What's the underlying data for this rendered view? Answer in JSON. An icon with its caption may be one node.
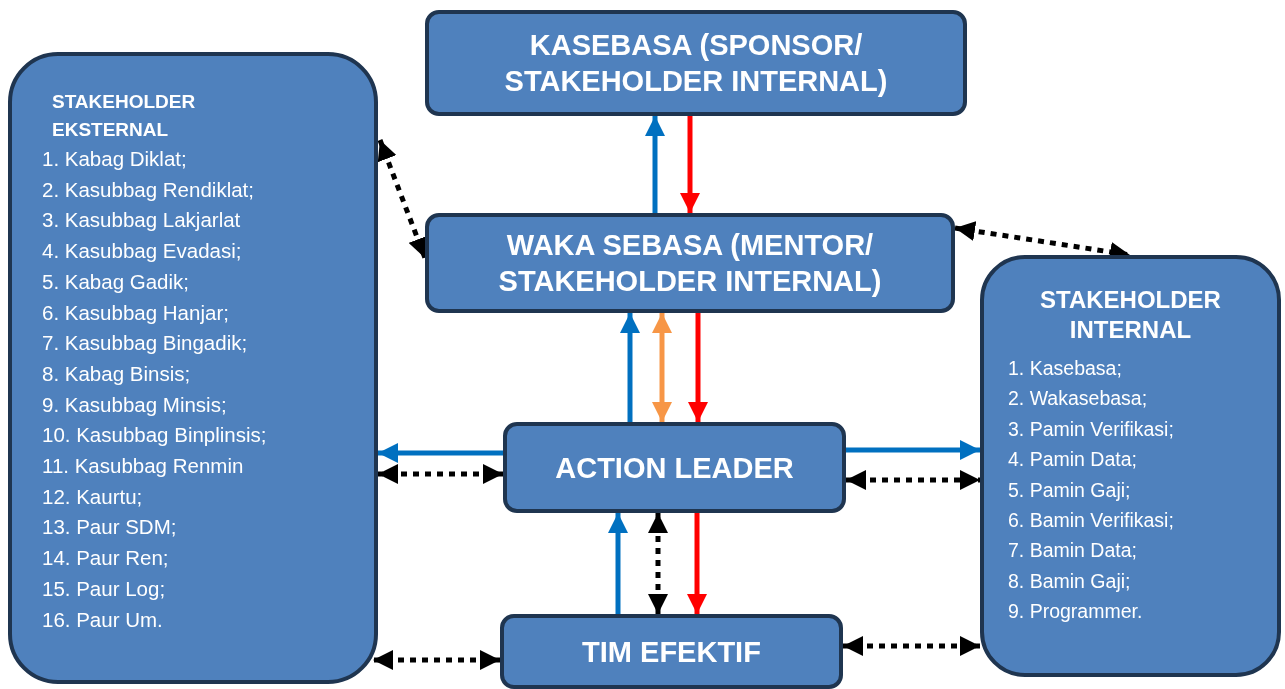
{
  "diagram": {
    "nodes": [
      {
        "text": [
          "KASEBASA (SPONSOR/ STAKEHOLDER INTERNAL)"
        ]
      },
      {
        "text": [
          "STAKEHOLDER EKSTERNAL",
          "1. Kabag Diklat;",
          "2. Kasubbag Rendiklat;",
          "3. Kasubbag Lakjarlat",
          "4. Kasubbag Evadasi;",
          "5. Kabag Gadik;",
          "6. Kasubbag Hanjar;",
          "7. Kasubbag Bingadik;",
          "8. Kabag Binsis;",
          "9. Kasubbag Minsis;",
          "10. Kasubbag Binplinsis;",
          "11. Kasubbag Renmin",
          "12. Kaurtu;",
          "13. Paur SDM;",
          "14. Paur Ren;",
          "15. Paur Log;",
          "16. Paur Um."
        ]
      },
      {
        "text": [
          "WAKA SEBASA (MENTOR/ STAKEHOLDER INTERNAL)"
        ]
      },
      {
        "text": [
          "STAKEHOLDER INTERNAL",
          "1. Kasebasa;",
          "2. Wakasebasa;",
          "3. Pamin Verifikasi;",
          "4. Pamin Data;",
          "5. Pamin Gaji;",
          "6. Bamin Verifikasi;",
          "7. Bamin Data;",
          "8. Bamin Gaji;",
          "9. Programmer."
        ]
      },
      {
        "text": [
          "ACTION LEADER"
        ]
      },
      {
        "text": [
          "TIM EFEKTIF"
        ]
      }
    ],
    "edges": [
      {
        "from": 2,
        "to": 0,
        "arrow": "to",
        "color": "#0070c0"
      },
      {
        "from": 0,
        "to": 2,
        "arrow": "to",
        "color": "#ff0000"
      },
      {
        "from": 1,
        "to": 2,
        "arrow": "both",
        "style": "dashed"
      },
      {
        "from": 2,
        "to": 3,
        "arrow": "both",
        "style": "dashed"
      },
      {
        "from": 4,
        "to": 2,
        "arrow": "to",
        "color": "#0070c0"
      },
      {
        "from": 4,
        "to": 2,
        "arrow": "both",
        "color": "#f79646"
      },
      {
        "from": 2,
        "to": 4,
        "arrow": "to",
        "color": "#ff0000"
      },
      {
        "from": 4,
        "to": 1,
        "arrow": "to",
        "color": "#0070c0"
      },
      {
        "from": 4,
        "to": 1,
        "arrow": "both",
        "style": "dashed"
      },
      {
        "from": 4,
        "to": 3,
        "arrow": "to",
        "color": "#0070c0"
      },
      {
        "from": 4,
        "to": 3,
        "arrow": "both",
        "style": "dashed"
      },
      {
        "from": 5,
        "to": 4,
        "arrow": "to",
        "color": "#0070c0"
      },
      {
        "from": 5,
        "to": 4,
        "arrow": "both",
        "style": "dashed"
      },
      {
        "from": 4,
        "to": 5,
        "arrow": "to",
        "color": "#ff0000"
      },
      {
        "from": 5,
        "to": 1,
        "arrow": "both",
        "style": "dashed"
      },
      {
        "from": 5,
        "to": 3,
        "arrow": "both",
        "style": "dashed"
      }
    ]
  }
}
